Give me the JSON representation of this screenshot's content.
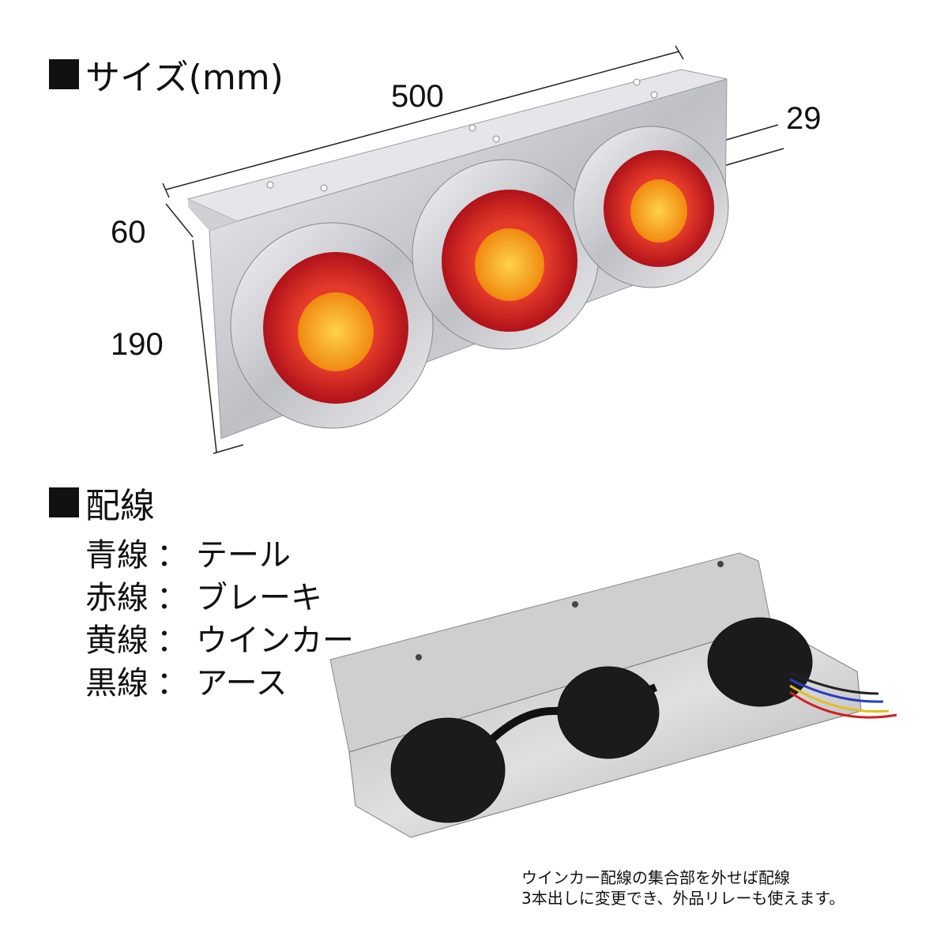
{
  "size_section": {
    "title": "サイズ(mm)"
  },
  "dimensions": {
    "width": "500",
    "depth_top": "29",
    "depth_left": "60",
    "height": "190"
  },
  "wiring_section": {
    "title": "配線",
    "items": [
      {
        "wire": "青線",
        "sep": "：",
        "function": "テール"
      },
      {
        "wire": "赤線",
        "sep": "：",
        "function": "ブレーキ"
      },
      {
        "wire": "黄線",
        "sep": "：",
        "function": "ウインカー"
      },
      {
        "wire": "黒線",
        "sep": "：",
        "function": "アース"
      }
    ]
  },
  "note": {
    "line1": "ウインカー配線の集合部を外せば配線",
    "line2": "3本出しに変更でき、外品リレーも使えます。"
  },
  "colors": {
    "chrome": "#d9d9de",
    "red": "#d81e1e",
    "amber": "#f0a020",
    "black": "#1b1b1b"
  }
}
